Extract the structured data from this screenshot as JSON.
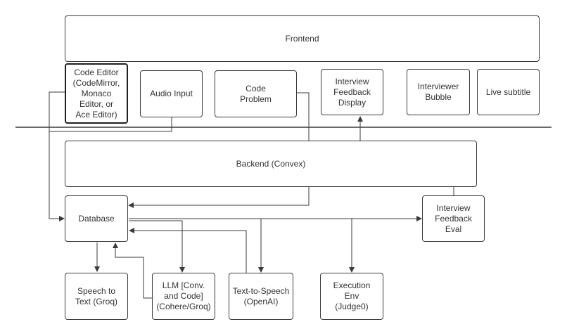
{
  "nodes": {
    "frontend": "Frontend",
    "code_editor": "Code Editor\n(CodeMirror,\nMonaco\nEditor, or\nAce Editor)",
    "audio_input": "Audio Input",
    "code_problem": "Code\nProblem",
    "feedback_display": "Interview\nFeedback\nDisplay",
    "interviewer_bubble": "Interviewer\nBubble",
    "live_subtitle": "Live subtitle",
    "backend": "Backend (Convex)",
    "database": "Database",
    "feedback_eval": "Interview\nFeedback\nEval",
    "speech_to_text": "Speech to\nText (Groq)",
    "llm": "LLM [Conv.\nand Code]\n(Cohere/Groq)",
    "text_to_speech": "Text-to-Speech\n(OpenAI)",
    "execution_env": "Execution\nEnv\n(Judge0)"
  },
  "colors": {
    "line": "#3a3a3a",
    "border": "#2b2b2b",
    "text": "#333333"
  }
}
